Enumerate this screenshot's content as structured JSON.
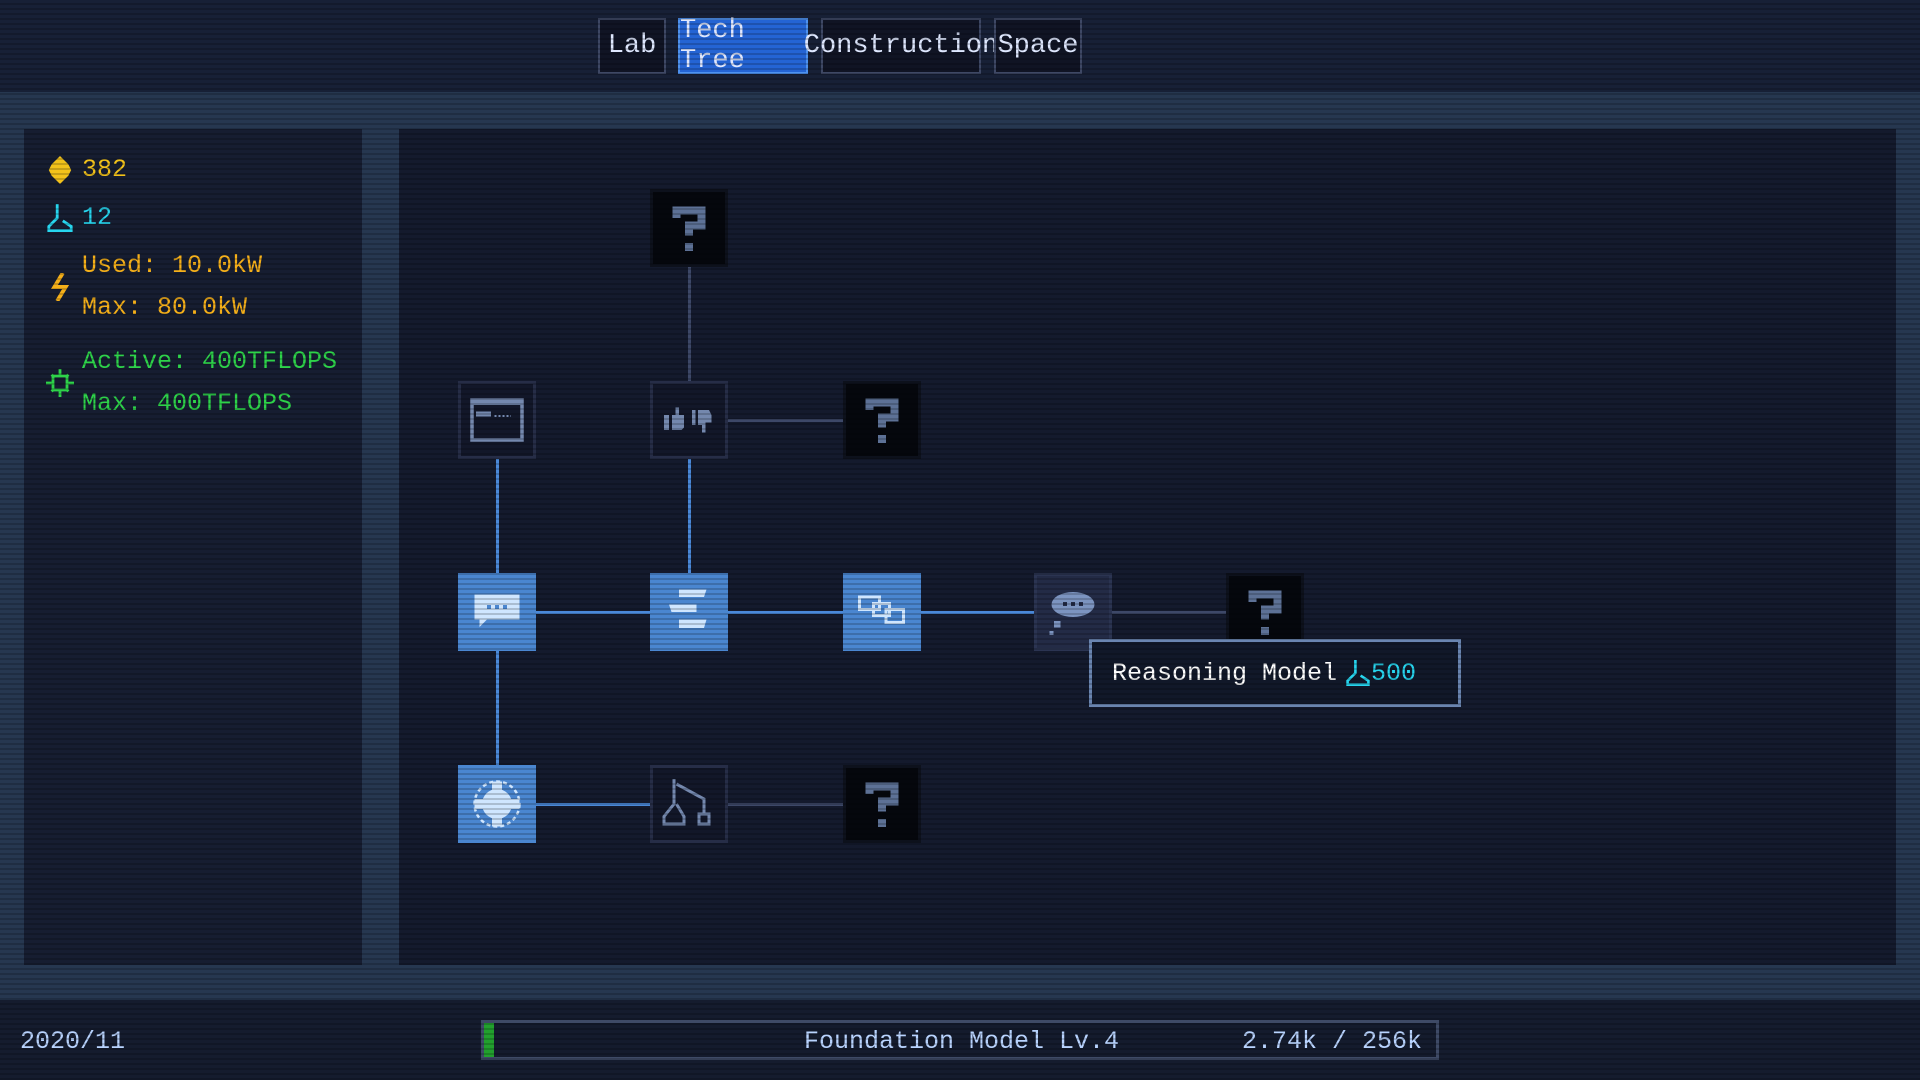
{
  "tabs": [
    {
      "label": "Lab",
      "active": false
    },
    {
      "label": "Tech Tree",
      "active": true
    },
    {
      "label": "Construction",
      "active": false
    },
    {
      "label": "Space",
      "active": false
    }
  ],
  "resources": {
    "gold": {
      "icon": "diamond-icon",
      "value": "382",
      "color": "#f2c21b"
    },
    "research": {
      "icon": "flask-icon",
      "value": "12",
      "color": "#27d6ef"
    },
    "power": {
      "icon": "lightning-icon",
      "used": "Used: 10.0kW",
      "max": "Max: 80.0kW",
      "color": "#f5b01a"
    },
    "compute": {
      "icon": "chip-icon",
      "active": "Active: 400TFLOPS",
      "max": "Max: 400TFLOPS",
      "color": "#2ed34a"
    }
  },
  "tech_tree": {
    "nodes": [
      {
        "id": "u1",
        "icon": "question-icon",
        "state": "unknown"
      },
      {
        "id": "browser",
        "icon": "browser-window-icon",
        "state": "locked"
      },
      {
        "id": "feedback",
        "icon": "thumbs-up-down-icon",
        "state": "locked"
      },
      {
        "id": "u2",
        "icon": "question-icon",
        "state": "unknown"
      },
      {
        "id": "chat",
        "icon": "chat-bubble-icon",
        "state": "unlocked"
      },
      {
        "id": "align",
        "icon": "align-stack-icon",
        "state": "unlocked"
      },
      {
        "id": "chain",
        "icon": "chain-link-icon",
        "state": "unlocked"
      },
      {
        "id": "reasoning",
        "icon": "thought-bubble-icon",
        "state": "available"
      },
      {
        "id": "u3",
        "icon": "question-icon",
        "state": "unknown"
      },
      {
        "id": "target",
        "icon": "target-icon",
        "state": "unlocked"
      },
      {
        "id": "distill",
        "icon": "distillation-icon",
        "state": "locked"
      },
      {
        "id": "u4",
        "icon": "question-icon",
        "state": "unknown"
      }
    ],
    "tooltip": {
      "name": "Reasoning Model",
      "cost": "500"
    }
  },
  "status": {
    "date": "2020/11",
    "model": "Foundation Model Lv.4",
    "progress_text": "2.74k / 256k",
    "progress_fraction": 0.0107
  }
}
